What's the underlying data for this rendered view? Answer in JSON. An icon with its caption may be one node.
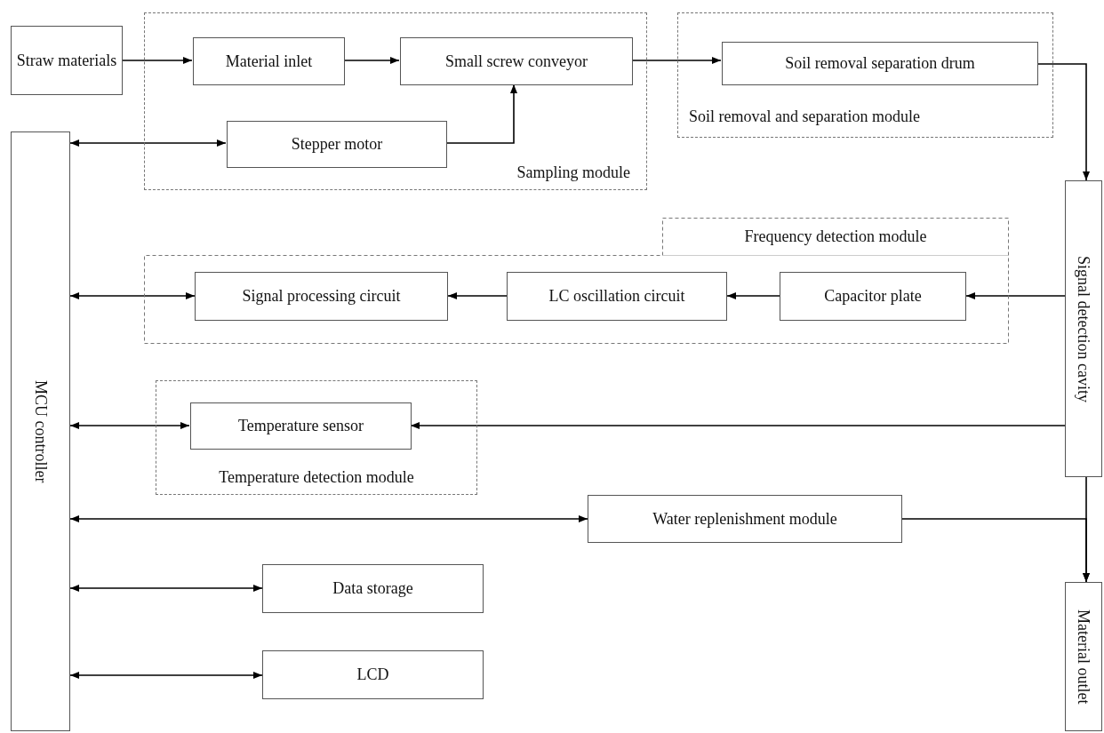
{
  "diagram": {
    "nodes": [
      {
        "text": [
          "Straw materials"
        ]
      },
      {
        "text": [
          "Sampling module"
        ]
      },
      {
        "text": [
          "Material inlet"
        ],
        "in": 1
      },
      {
        "text": [
          "Small screw conveyor"
        ],
        "in": 1
      },
      {
        "text": [
          "Stepper motor"
        ],
        "in": 1
      },
      {
        "text": [
          "Soil removal and separation module"
        ]
      },
      {
        "text": [
          "Soil removal separation drum"
        ],
        "in": 5
      },
      {
        "text": [
          "MCU controller"
        ]
      },
      {
        "text": [
          "Signal detection cavity"
        ]
      },
      {
        "text": [
          "Frequency detection module"
        ]
      },
      {
        "text": [
          "Signal processing circuit"
        ],
        "in": 9
      },
      {
        "text": [
          "LC oscillation circuit"
        ],
        "in": 9
      },
      {
        "text": [
          "Capacitor plate"
        ],
        "in": 9
      },
      {
        "text": [
          "Temperature detection module"
        ]
      },
      {
        "text": [
          "Temperature sensor"
        ],
        "in": 13
      },
      {
        "text": [
          "Water replenishment module"
        ]
      },
      {
        "text": [
          "Data storage"
        ]
      },
      {
        "text": [
          "LCD"
        ]
      },
      {
        "text": [
          "Material outlet"
        ]
      }
    ],
    "edges": [
      {
        "from": 0,
        "to": 2,
        "arrow": "to"
      },
      {
        "from": 2,
        "to": 3,
        "arrow": "to"
      },
      {
        "from": 3,
        "to": 6,
        "arrow": "to"
      },
      {
        "from": 7,
        "to": 4,
        "arrow": "both"
      },
      {
        "from": 4,
        "to": 3,
        "arrow": "to"
      },
      {
        "from": 6,
        "to": 8,
        "arrow": "to"
      },
      {
        "from": 8,
        "to": 12,
        "arrow": "to"
      },
      {
        "from": 12,
        "to": 11,
        "arrow": "to"
      },
      {
        "from": 11,
        "to": 10,
        "arrow": "to"
      },
      {
        "from": 7,
        "to": 10,
        "arrow": "both"
      },
      {
        "from": 8,
        "to": 14,
        "arrow": "to"
      },
      {
        "from": 7,
        "to": 14,
        "arrow": "both"
      },
      {
        "from": 7,
        "to": 15,
        "arrow": "both"
      },
      {
        "from": 15,
        "to": 18,
        "arrow": "to"
      },
      {
        "from": 8,
        "to": 18,
        "arrow": "to"
      },
      {
        "from": 7,
        "to": 16,
        "arrow": "both"
      },
      {
        "from": 7,
        "to": 17,
        "arrow": "both"
      }
    ]
  }
}
